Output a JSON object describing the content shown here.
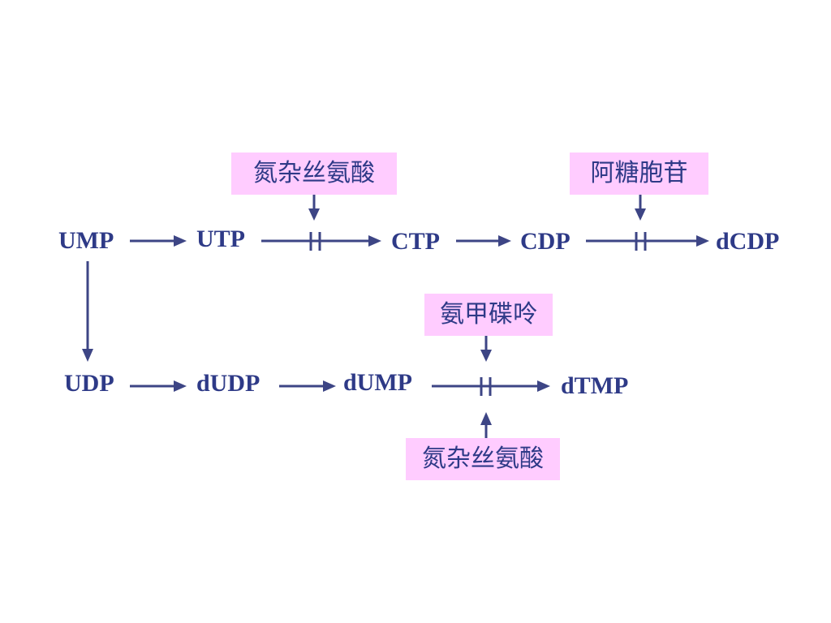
{
  "pathway": {
    "nodes": {
      "ump": "UMP",
      "utp": "UTP",
      "ctp": "CTP",
      "cdp": "CDP",
      "dcdp": "dCDP",
      "udp": "UDP",
      "dudp": "dUDP",
      "dump": "dUMP",
      "dtmp": "dTMP"
    },
    "inhibitors": {
      "utp_to_ctp": "氮杂丝氨酸",
      "cdp_to_dcdp": "阿糖胞苷",
      "dump_to_dtmp_top": "氨甲碟呤",
      "dump_to_dtmp_bottom": "氮杂丝氨酸"
    },
    "colors": {
      "text": "#2e3a87",
      "arrow": "#3d4585",
      "inhibitor_box": "#ffccff"
    }
  }
}
